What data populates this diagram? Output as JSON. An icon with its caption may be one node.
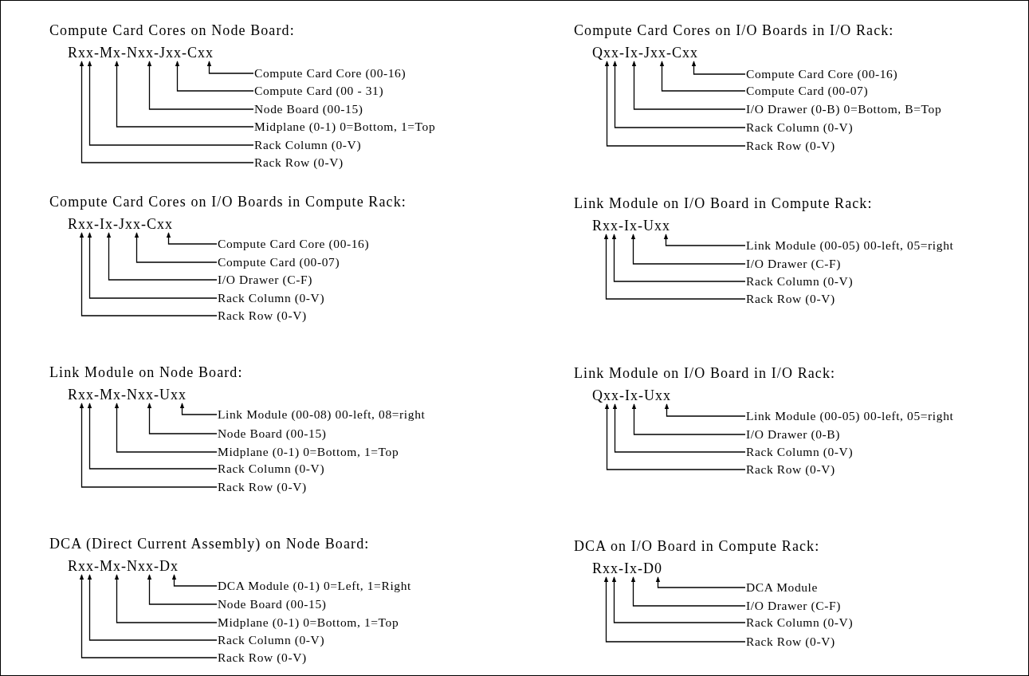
{
  "diagram": {
    "nodes": [
      {
        "text": [
          "Rxx-Mx-Nxx-Jxx-Cxx"
        ]
      },
      {
        "text": [
          "Compute Card Core (00-16)"
        ]
      },
      {
        "text": [
          "Compute Card (00 - 31)"
        ]
      },
      {
        "text": [
          "Node Board (00-15)"
        ]
      },
      {
        "text": [
          "Midplane (0-1) 0=Bottom, 1=Top"
        ]
      },
      {
        "text": [
          "Rack Column (0-V)"
        ]
      },
      {
        "text": [
          "Rack Row (0-V)"
        ]
      },
      {
        "text": [
          "Qxx-Ix-Jxx-Cxx"
        ]
      },
      {
        "text": [
          "Compute Card Core (00-16)"
        ]
      },
      {
        "text": [
          "Compute Card (00-07)"
        ]
      },
      {
        "text": [
          "I/O Drawer (0-B) 0=Bottom, B=Top"
        ]
      },
      {
        "text": [
          "Rack Column (0-V)"
        ]
      },
      {
        "text": [
          "Rack Row (0-V)"
        ]
      },
      {
        "text": [
          "Rxx-Ix-Jxx-Cxx"
        ]
      },
      {
        "text": [
          "Compute Card Core (00-16)"
        ]
      },
      {
        "text": [
          "Compute Card (00-07)"
        ]
      },
      {
        "text": [
          "I/O Drawer (C-F)"
        ]
      },
      {
        "text": [
          "Rack Column (0-V)"
        ]
      },
      {
        "text": [
          "Rack Row (0-V)"
        ]
      },
      {
        "text": [
          "Rxx-Ix-Uxx"
        ]
      },
      {
        "text": [
          "Link Module (00-05) 00-left, 05=right"
        ]
      },
      {
        "text": [
          "I/O Drawer (C-F)"
        ]
      },
      {
        "text": [
          "Rack Column (0-V)"
        ]
      },
      {
        "text": [
          "Rack Row (0-V)"
        ]
      },
      {
        "text": [
          "Rxx-Mx-Nxx-Uxx"
        ]
      },
      {
        "text": [
          "Link Module (00-08) 00-left, 08=right"
        ]
      },
      {
        "text": [
          "Node Board (00-15)"
        ]
      },
      {
        "text": [
          "Midplane (0-1) 0=Bottom, 1=Top"
        ]
      },
      {
        "text": [
          "Rack Column (0-V)"
        ]
      },
      {
        "text": [
          "Rack Row (0-V)"
        ]
      },
      {
        "text": [
          "Qxx-Ix-Uxx"
        ]
      },
      {
        "text": [
          "Link Module (00-05) 00-left, 05=right"
        ]
      },
      {
        "text": [
          "I/O Drawer (0-B)"
        ]
      },
      {
        "text": [
          "Rack Column (0-V)"
        ]
      },
      {
        "text": [
          "Rack Row (0-V)"
        ]
      },
      {
        "text": [
          "Rxx-Mx-Nxx-Dx"
        ]
      },
      {
        "text": [
          "DCA Module (0-1) 0=Left, 1=Right"
        ]
      },
      {
        "text": [
          "Node Board (00-15)"
        ]
      },
      {
        "text": [
          "Midplane (0-1) 0=Bottom, 1=Top"
        ]
      },
      {
        "text": [
          "Rack Column (0-V)"
        ]
      },
      {
        "text": [
          "Rack Row (0-V)"
        ]
      },
      {
        "text": [
          "Rxx-Ix-D0"
        ]
      },
      {
        "text": [
          "DCA Module"
        ]
      },
      {
        "text": [
          "I/O Drawer (C-F)"
        ]
      },
      {
        "text": [
          "Rack Column (0-V)"
        ]
      },
      {
        "text": [
          "Rack Row (0-V)"
        ]
      }
    ],
    "edges": [
      {
        "from": 1,
        "to": 0,
        "arrow": "to"
      },
      {
        "from": 2,
        "to": 0,
        "arrow": "to"
      },
      {
        "from": 3,
        "to": 0,
        "arrow": "to"
      },
      {
        "from": 4,
        "to": 0,
        "arrow": "to"
      },
      {
        "from": 5,
        "to": 0,
        "arrow": "to"
      },
      {
        "from": 6,
        "to": 0,
        "arrow": "to"
      },
      {
        "from": 8,
        "to": 7,
        "arrow": "to"
      },
      {
        "from": 9,
        "to": 7,
        "arrow": "to"
      },
      {
        "from": 10,
        "to": 7,
        "arrow": "to"
      },
      {
        "from": 11,
        "to": 7,
        "arrow": "to"
      },
      {
        "from": 12,
        "to": 7,
        "arrow": "to"
      },
      {
        "from": 14,
        "to": 13,
        "arrow": "to"
      },
      {
        "from": 15,
        "to": 13,
        "arrow": "to"
      },
      {
        "from": 16,
        "to": 13,
        "arrow": "to"
      },
      {
        "from": 17,
        "to": 13,
        "arrow": "to"
      },
      {
        "from": 18,
        "to": 13,
        "arrow": "to"
      },
      {
        "from": 20,
        "to": 19,
        "arrow": "to"
      },
      {
        "from": 21,
        "to": 19,
        "arrow": "to"
      },
      {
        "from": 22,
        "to": 19,
        "arrow": "to"
      },
      {
        "from": 23,
        "to": 19,
        "arrow": "to"
      },
      {
        "from": 25,
        "to": 24,
        "arrow": "to"
      },
      {
        "from": 26,
        "to": 24,
        "arrow": "to"
      },
      {
        "from": 27,
        "to": 24,
        "arrow": "to"
      },
      {
        "from": 28,
        "to": 24,
        "arrow": "to"
      },
      {
        "from": 29,
        "to": 24,
        "arrow": "to"
      },
      {
        "from": 31,
        "to": 30,
        "arrow": "to"
      },
      {
        "from": 32,
        "to": 30,
        "arrow": "to"
      },
      {
        "from": 33,
        "to": 30,
        "arrow": "to"
      },
      {
        "from": 34,
        "to": 30,
        "arrow": "to"
      },
      {
        "from": 36,
        "to": 35,
        "arrow": "to"
      },
      {
        "from": 37,
        "to": 35,
        "arrow": "to"
      },
      {
        "from": 38,
        "to": 35,
        "arrow": "to"
      },
      {
        "from": 39,
        "to": 35,
        "arrow": "to"
      },
      {
        "from": 40,
        "to": 35,
        "arrow": "to"
      },
      {
        "from": 42,
        "to": 41,
        "arrow": "to"
      },
      {
        "from": 43,
        "to": 41,
        "arrow": "to"
      },
      {
        "from": 44,
        "to": 41,
        "arrow": "to"
      },
      {
        "from": 45,
        "to": 41,
        "arrow": "to"
      }
    ],
    "labels": [
      "Compute Card Cores on Node Board:",
      "Compute Card Cores on I/O Boards in I/O Rack:",
      "Compute Card Cores on I/O Boards in Compute Rack:",
      "Link Module on I/O Board in Compute Rack:",
      "Link Module on Node Board:",
      "Link Module on I/O Board in I/O Rack:",
      "DCA (Direct Current Assembly) on Node Board:",
      "DCA on I/O Board in Compute Rack:"
    ]
  }
}
